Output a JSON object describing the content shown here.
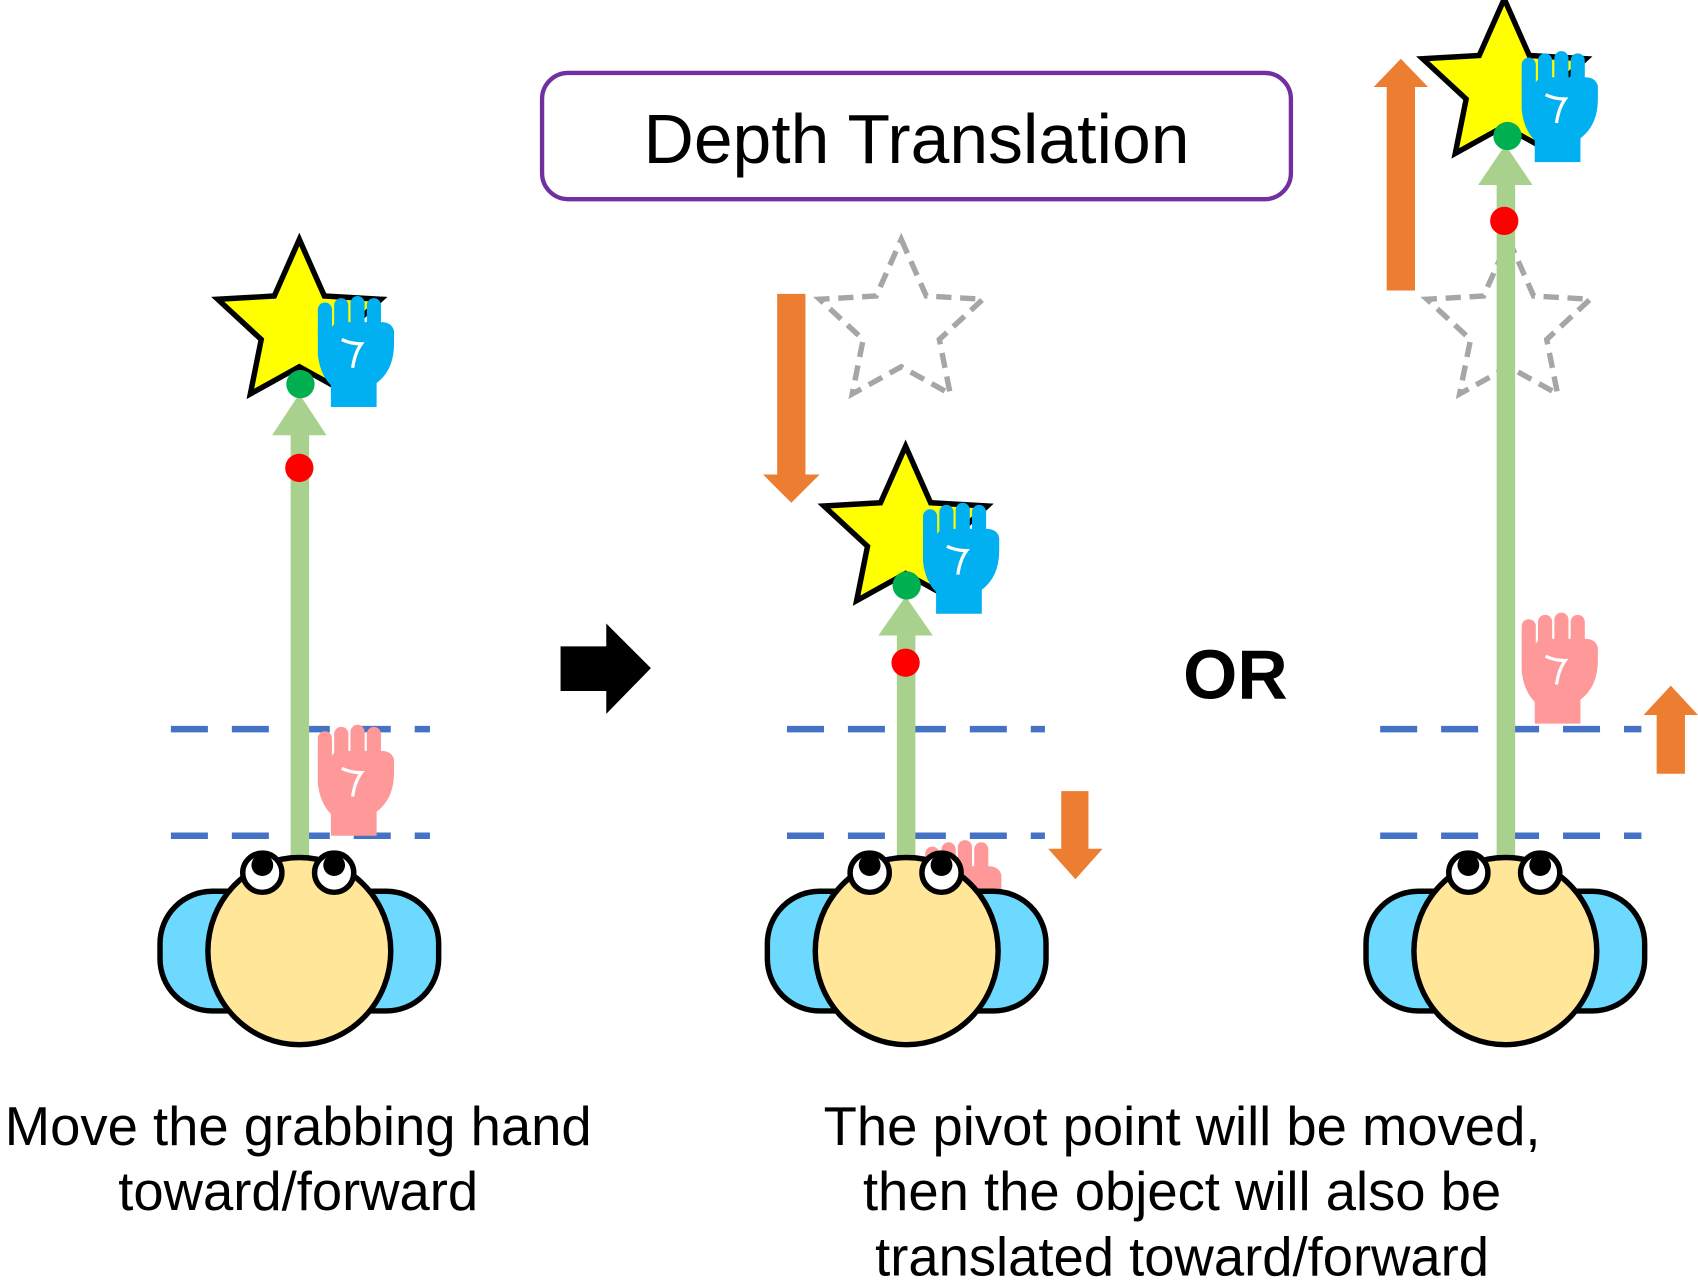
{
  "title": "Depth Translation",
  "separator_label": "OR",
  "captions": {
    "left": [
      "Move the grabbing hand",
      "toward/forward"
    ],
    "right": [
      "The pivot point will be moved,",
      "then the object will also be",
      "translated toward/forward"
    ]
  },
  "colors": {
    "title_border": "#7030A0",
    "star_fill": "#FFFF00",
    "ghost_star": "#A6A6A6",
    "ray": "#A9D18E",
    "pivot_point": "#00B050",
    "hand_origin_point": "#FF0000",
    "virtual_hand": "#00B0F0",
    "physical_hand": "#FF9999",
    "depth_boundary": "#4472C4",
    "motion_arrow": "#ED7D31",
    "head_fill": "#FFE699",
    "shoulder_fill": "#6DD9FF"
  },
  "panels": [
    {
      "id": "initial",
      "description": "Hand grabbing star at initial depth"
    },
    {
      "id": "moved-toward",
      "description": "Hand moved toward user, star translated closer"
    },
    {
      "id": "moved-forward",
      "description": "Hand moved forward, star translated farther"
    }
  ]
}
